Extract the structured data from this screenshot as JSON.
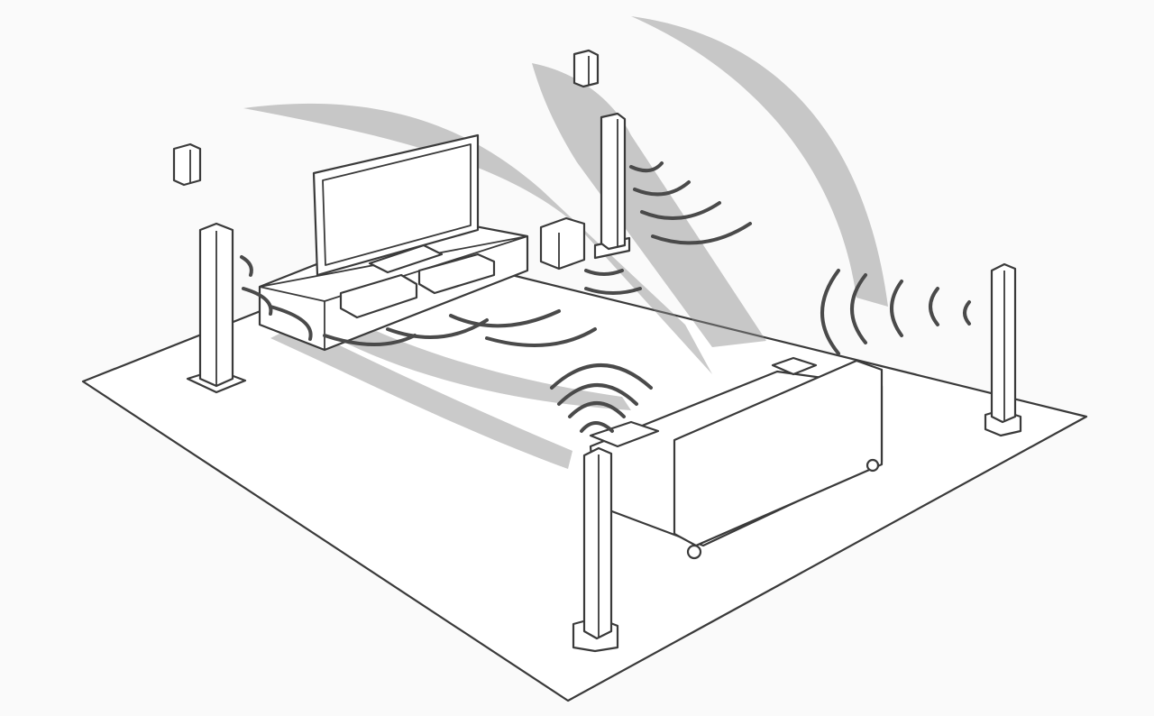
{
  "diagram": {
    "elements": [
      "room-floor",
      "television",
      "tv-stand",
      "soundbar",
      "subwoofer",
      "front-left-tower-speaker",
      "front-right-tower-speaker",
      "rear-left-tower-speaker",
      "rear-right-tower-speaker",
      "height-left-speaker",
      "height-right-speaker",
      "sofa"
    ],
    "colors": {
      "background": "#fafafa",
      "outline": "#3a3a3a",
      "sound_beam": "#8a8a8a",
      "sound_wave": "#4a4a4a"
    }
  }
}
